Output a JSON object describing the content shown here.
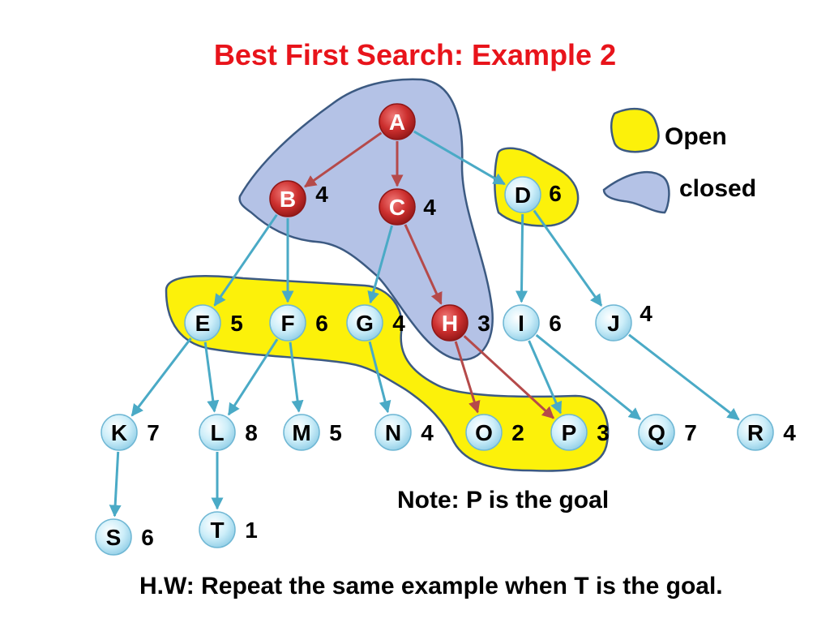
{
  "title": "Best First Search: Example 2",
  "legend": {
    "open_label": "Open",
    "closed_label": "closed"
  },
  "note": "Note:  P is the goal",
  "homework": "H.W:  Repeat the same example when T is the goal.",
  "colors": {
    "title": "#e8141b",
    "open_fill": "#fcf10a",
    "closed_fill": "#b4c2e6",
    "region_stroke": "#3c5a82",
    "closed_node": "#c0282b",
    "open_node": "#bfe8f6",
    "edge_normal": "#4aaac6",
    "edge_path": "#b54a4a"
  },
  "nodes": [
    {
      "id": "A",
      "label": "A",
      "h": "",
      "closed": true
    },
    {
      "id": "B",
      "label": "B",
      "h": "4",
      "closed": true
    },
    {
      "id": "C",
      "label": "C",
      "h": "4",
      "closed": true
    },
    {
      "id": "D",
      "label": "D",
      "h": "6",
      "closed": false
    },
    {
      "id": "E",
      "label": "E",
      "h": "5",
      "closed": false
    },
    {
      "id": "F",
      "label": "F",
      "h": "6",
      "closed": false
    },
    {
      "id": "G",
      "label": "G",
      "h": "4",
      "closed": false
    },
    {
      "id": "H",
      "label": "H",
      "h": "3",
      "closed": true
    },
    {
      "id": "I",
      "label": "I",
      "h": "6",
      "closed": false
    },
    {
      "id": "J",
      "label": "J",
      "h": "4",
      "closed": false
    },
    {
      "id": "K",
      "label": "K",
      "h": "7",
      "closed": false
    },
    {
      "id": "L",
      "label": "L",
      "h": "8",
      "closed": false
    },
    {
      "id": "M",
      "label": "M",
      "h": "5",
      "closed": false
    },
    {
      "id": "N",
      "label": "N",
      "h": "4",
      "closed": false
    },
    {
      "id": "O",
      "label": "O",
      "h": "2",
      "closed": false
    },
    {
      "id": "P",
      "label": "P",
      "h": "3",
      "closed": false
    },
    {
      "id": "Q",
      "label": "Q",
      "h": "7",
      "closed": false
    },
    {
      "id": "R",
      "label": "R",
      "h": "4",
      "closed": false
    },
    {
      "id": "S",
      "label": "S",
      "h": "6",
      "closed": false
    },
    {
      "id": "T",
      "label": "T",
      "h": "1",
      "closed": false
    }
  ],
  "edges": [
    {
      "from": "A",
      "to": "B",
      "kind": "path"
    },
    {
      "from": "A",
      "to": "C",
      "kind": "path"
    },
    {
      "from": "A",
      "to": "D",
      "kind": "normal"
    },
    {
      "from": "B",
      "to": "E",
      "kind": "normal"
    },
    {
      "from": "B",
      "to": "F",
      "kind": "normal"
    },
    {
      "from": "C",
      "to": "G",
      "kind": "normal"
    },
    {
      "from": "C",
      "to": "H",
      "kind": "path"
    },
    {
      "from": "D",
      "to": "I",
      "kind": "normal"
    },
    {
      "from": "D",
      "to": "J",
      "kind": "normal"
    },
    {
      "from": "E",
      "to": "K",
      "kind": "normal"
    },
    {
      "from": "E",
      "to": "L",
      "kind": "normal"
    },
    {
      "from": "F",
      "to": "L",
      "kind": "normal"
    },
    {
      "from": "F",
      "to": "M",
      "kind": "normal"
    },
    {
      "from": "G",
      "to": "N",
      "kind": "normal"
    },
    {
      "from": "H",
      "to": "O",
      "kind": "path"
    },
    {
      "from": "H",
      "to": "P",
      "kind": "path"
    },
    {
      "from": "I",
      "to": "P",
      "kind": "normal"
    },
    {
      "from": "I",
      "to": "Q",
      "kind": "normal"
    },
    {
      "from": "J",
      "to": "R",
      "kind": "normal"
    },
    {
      "from": "K",
      "to": "S",
      "kind": "normal"
    },
    {
      "from": "L",
      "to": "T",
      "kind": "normal"
    }
  ]
}
